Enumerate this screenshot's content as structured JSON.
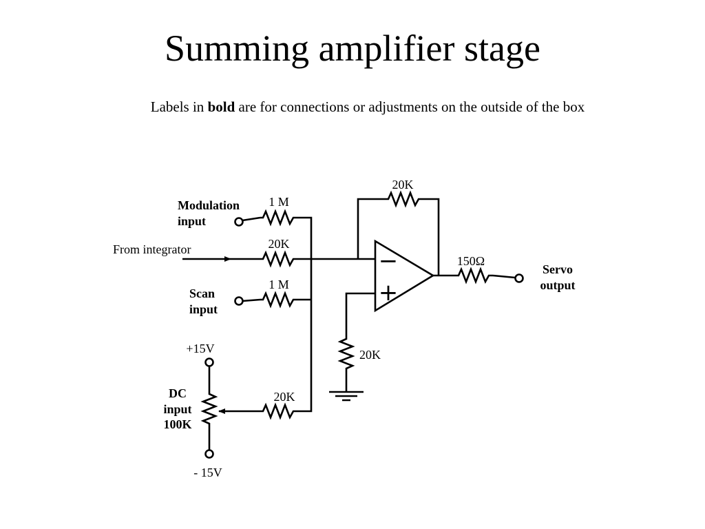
{
  "title": "Summing amplifier stage",
  "subtitle": {
    "prefix": "Labels in ",
    "bold_word": "bold",
    "suffix": " are for connections or adjustments on the outside of the box"
  },
  "labels": {
    "modulation_input": [
      "Modulation",
      "input"
    ],
    "from_integrator": "From integrator",
    "scan_input": [
      "Scan",
      "input"
    ],
    "dc_input": [
      "DC",
      "input",
      "100K"
    ],
    "servo_output": [
      "Servo",
      "output"
    ],
    "plus_supply": "+15V",
    "minus_supply": "- 15V"
  },
  "components": {
    "r_modulation": "1 M",
    "r_integrator": "20K",
    "r_scan": "1 M",
    "r_dc": "20K",
    "r_feedback": "20K",
    "r_output": "150Ω",
    "r_ground": "20K"
  },
  "opamp": {
    "inverting": "−",
    "noninverting": "+"
  }
}
